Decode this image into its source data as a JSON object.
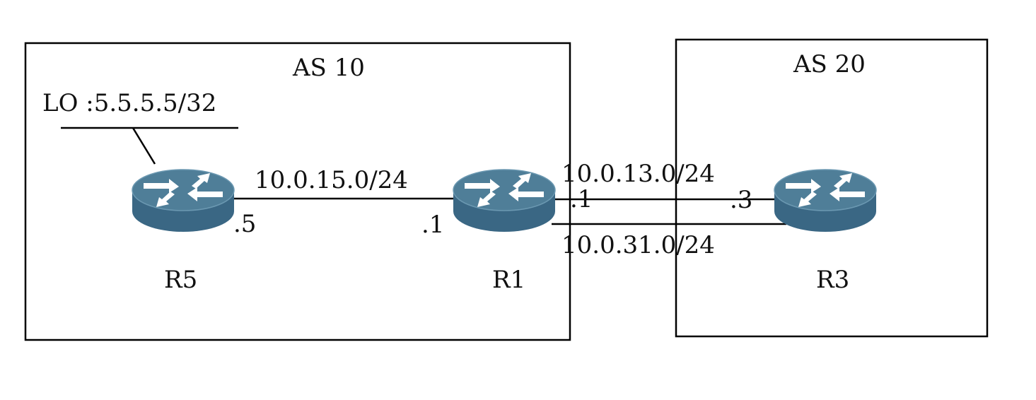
{
  "autonomous_systems": [
    {
      "id": "as10",
      "label": "AS 10"
    },
    {
      "id": "as20",
      "label": "AS 20"
    }
  ],
  "routers": [
    {
      "id": "r5",
      "label": "R5",
      "icon": "router-icon"
    },
    {
      "id": "r1",
      "label": "R1",
      "icon": "router-icon"
    },
    {
      "id": "r3",
      "label": "R3",
      "icon": "router-icon"
    }
  ],
  "loopback": {
    "label": "LO :5.5.5.5/32"
  },
  "links": [
    {
      "id": "r5-r1",
      "network": "10.0.15.0/24",
      "end_a": ".5",
      "end_b": ".1"
    },
    {
      "id": "r1-r3-top",
      "network": "10.0.13.0/24",
      "end_a": ".1",
      "end_b": ".3"
    },
    {
      "id": "r1-r3-bottom",
      "network": "10.0.31.0/24"
    }
  ],
  "colors": {
    "router_top": "#4f7e98",
    "router_side": "#3a6784",
    "router_arrow": "#ffffff",
    "line": "#000000"
  }
}
